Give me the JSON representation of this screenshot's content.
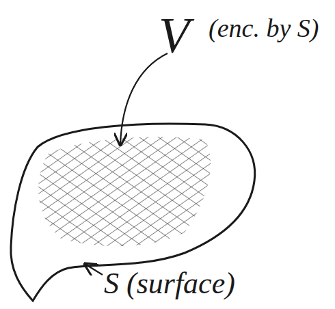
{
  "diagram": {
    "labels": [
      "V",
      "(enc. by S)",
      "S (surface)"
    ]
  }
}
